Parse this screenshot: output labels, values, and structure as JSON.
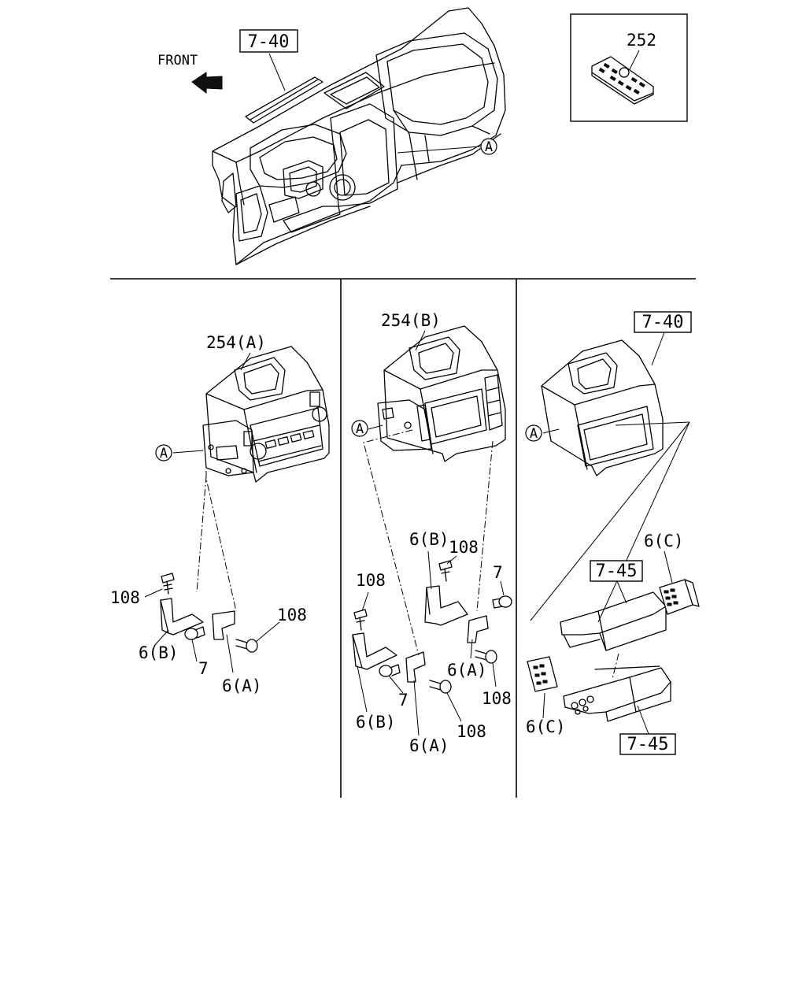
{
  "figure": {
    "front_label": "FRONT",
    "ref_a": "A",
    "labels": {
      "dash_ref": "7-40",
      "remote": "252",
      "unit_a": "254(A)",
      "unit_b": "254(B)",
      "left_108_top": "108",
      "left_108_right": "108",
      "left_6b": "6(B)",
      "left_7": "7",
      "left_6a": "6(A)",
      "mid_6b_top": "6(B)",
      "mid_108_top": "108",
      "mid_7": "7",
      "mid_108_left": "108",
      "mid_6a_right": "6(A)",
      "mid_108_right": "108",
      "mid_7_bottom": "7",
      "mid_6b_bottom": "6(B)",
      "mid_108_bottom": "108",
      "mid_6a_bottom": "6(A)",
      "right_7_40": "7-40",
      "right_7_45_top": "7-45",
      "right_6c_top": "6(C)",
      "right_6c_bottom": "6(C)",
      "right_7_45_bottom": "7-45"
    }
  }
}
